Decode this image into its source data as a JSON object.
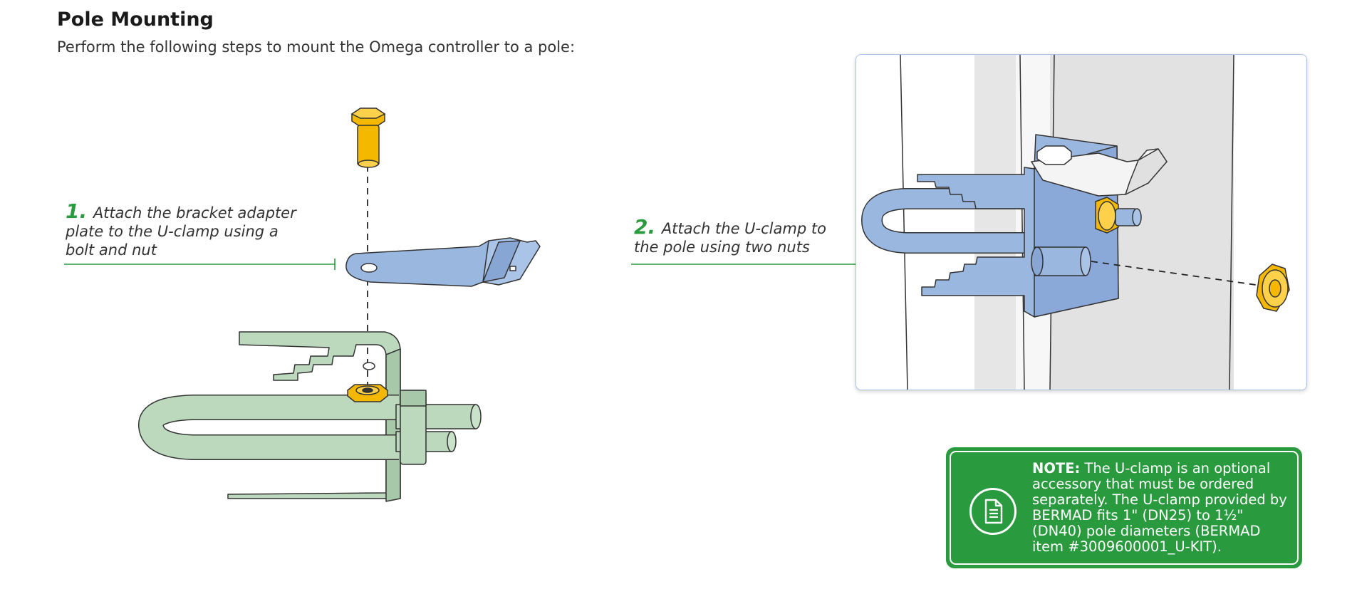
{
  "header": {
    "title": "Pole Mounting",
    "intro": "Perform the following steps to mount the Omega controller to a pole:"
  },
  "steps": [
    {
      "number": "1.",
      "text": "Attach the bracket adapter\nplate to the U-clamp using a\nbolt and nut"
    },
    {
      "number": "2.",
      "text": "Attach the U-clamp to\nthe pole using two nuts"
    }
  ],
  "note": {
    "label": "NOTE:",
    "text": " The U-clamp is an optional accessory that must be ordered separately. The U-clamp provided by BERMAD fits 1\" (DN25) to 1½\" (DN40) pole diameters (BERMAD item #3009600001_U-KIT).",
    "icon": "document-icon"
  },
  "colors": {
    "accent_green": "#2a9a3e",
    "bracket_blue": "#9ab7e0",
    "clamp_green": "#bcd9bd",
    "hardware_gold": "#f5b800"
  }
}
